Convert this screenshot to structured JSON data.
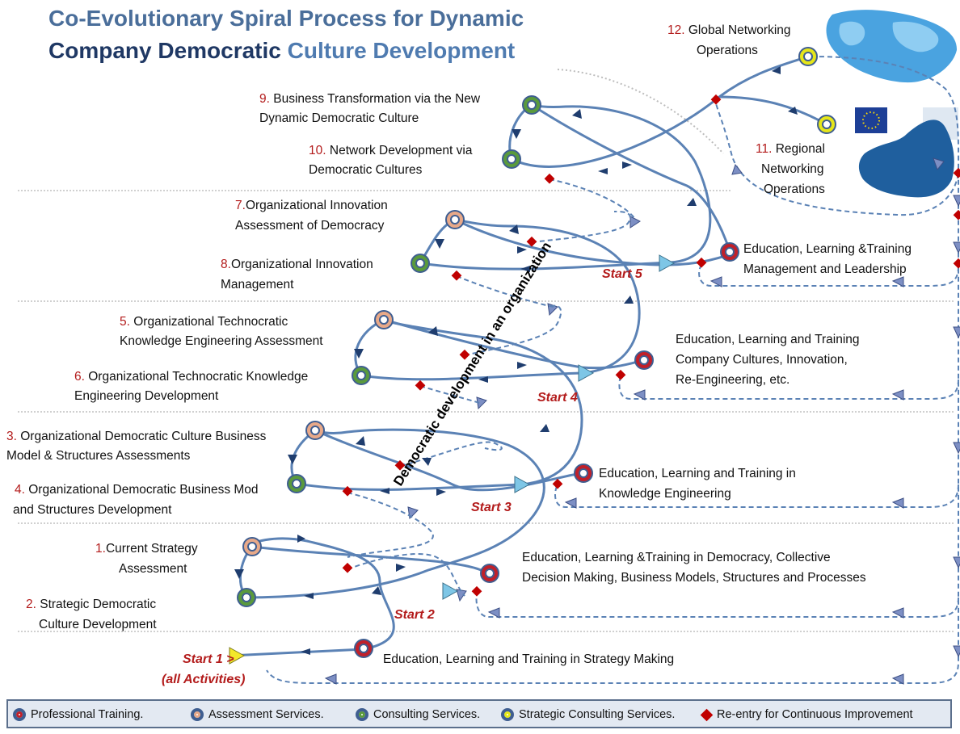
{
  "title": {
    "line1": "Co-Evolutionary Spiral Process for Dynamic",
    "line2_part1": "Company Democratic",
    "line2_part2": "Culture Development"
  },
  "stages": {
    "s1_num": "1.",
    "s1_a": "Current Strategy",
    "s1_b": "Assessment",
    "s2_num": "2.",
    "s2_a": "Strategic  Democratic",
    "s2_b": "Culture  Development",
    "s3_num": "3.",
    "s3_a": "Organizational Democratic Culture Business",
    "s3_b": "Model & Structures Assessments",
    "s4_num": "4.",
    "s4_a": "Organizational Democratic Business Mod",
    "s4_b": "and Structures Development",
    "s5_num": "5.",
    "s5_a": "Organizational  Technocratic",
    "s5_b": "Knowledge Engineering Assessment",
    "s6_num": "6.",
    "s6_a": "Organizational Technocratic Knowledge",
    "s6_b": "Engineering Development",
    "s7_num": "7.",
    "s7_a": "Organizational Innovation",
    "s7_b": "Assessment of  Democracy",
    "s8_num": "8.",
    "s8_a": "Organizational Innovation",
    "s8_b": "Management",
    "s9_num": "9.",
    "s9_a": "Business Transformation via the New",
    "s9_b": "Dynamic Democratic Culture",
    "s10_num": "10.",
    "s10_a": "Network Development via",
    "s10_b": "Democratic Cultures",
    "s11_num": "11.",
    "s11_a": "Regional",
    "s11_b": "Networking",
    "s11_c": "Operations",
    "s12_num": "12.",
    "s12_a": "Global Networking",
    "s12_b": "Operations"
  },
  "education": {
    "e1": "Education, Learning and Training in Strategy Making",
    "e2_a": "Education, Learning &Training in Democracy, Collective",
    "e2_b": "Decision Making, Business Models, Structures and Processes",
    "e3_a": "Education, Learning and Training in",
    "e3_b": "Knowledge Engineering",
    "e4_a": "Education, Learning and Training",
    "e4_b": "Company Cultures, Innovation,",
    "e4_c": "Re-Engineering, etc.",
    "e5_a": "Education, Learning &Training",
    "e5_b": "Management and Leadership"
  },
  "starts": {
    "start1_a": "Start 1 >",
    "start1_b": "(all Activities)",
    "start2": "Start 2",
    "start3": "Start 3",
    "start4": "Start 4",
    "start5": "Start 5"
  },
  "diagonal_label": "Democratic development in an organization",
  "legend": {
    "professional": "Professional Training.",
    "assessment": "Assessment Services.",
    "consulting": "Consulting Services.",
    "strategic": "Strategic Consulting Services.",
    "reentry": "Re-entry for Continuous Improvement"
  },
  "colors": {
    "professional": "#c0202a",
    "assessment": "#e8a989",
    "consulting": "#5a9a3c",
    "strategic": "#e6e619",
    "ring_border": "#3f5e91",
    "path": "#5b82b5",
    "reentry": "#c00000"
  }
}
